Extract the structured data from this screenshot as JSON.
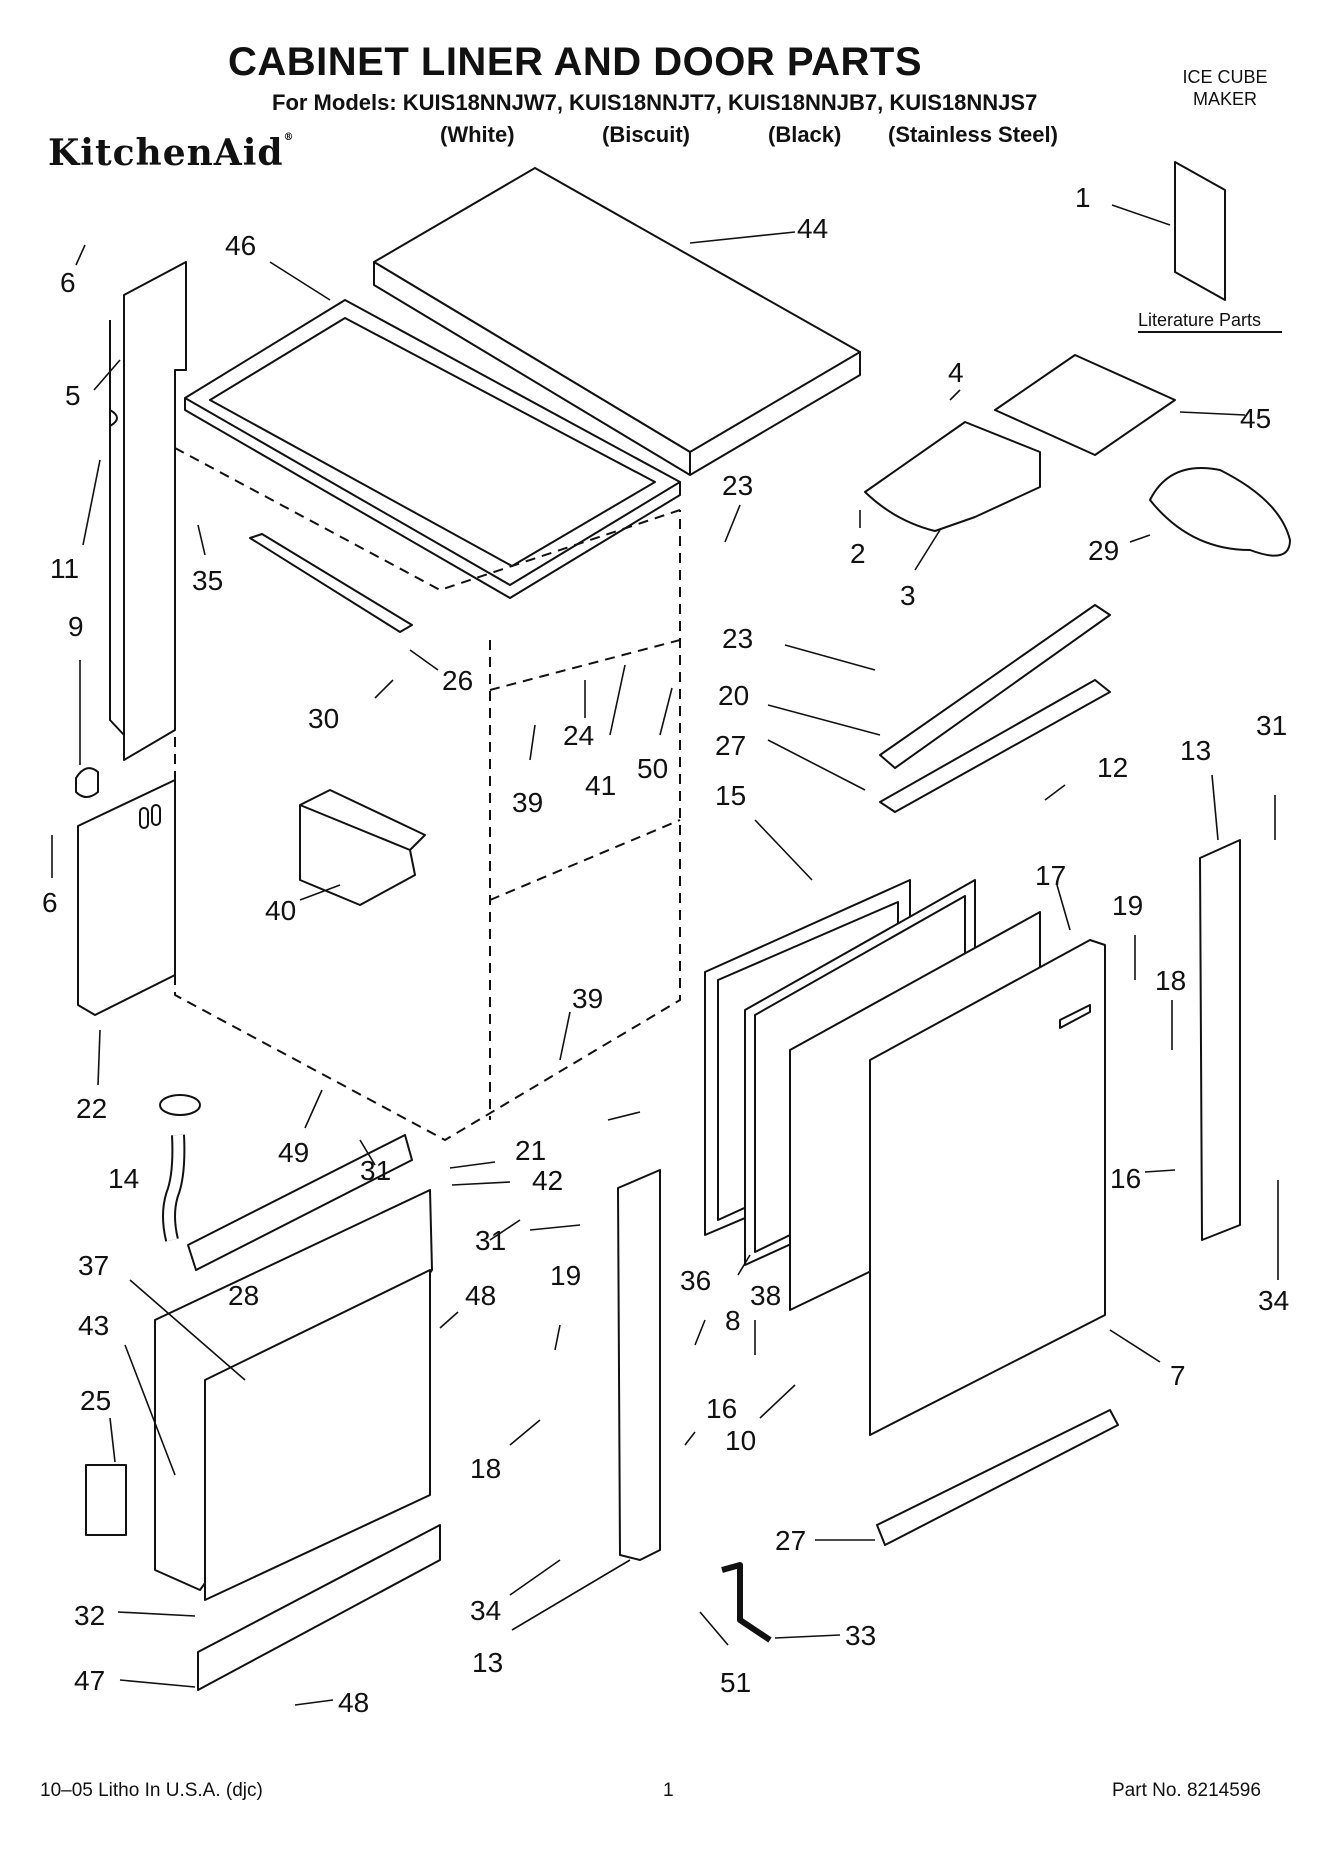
{
  "header": {
    "title": "CABINET LINER AND DOOR PARTS",
    "models_line": "For Models: KUIS18NNJW7, KUIS18NNJT7, KUIS18NNJB7, KUIS18NNJS7",
    "finishes": [
      "(White)",
      "(Biscuit)",
      "(Black)",
      "(Stainless Steel)"
    ],
    "category": "ICE CUBE MAKER",
    "brand": "KitchenAid"
  },
  "literature_label": "Literature Parts",
  "callouts": [
    {
      "id": "c44",
      "label": "44"
    },
    {
      "id": "c46",
      "label": "46"
    },
    {
      "id": "c1",
      "label": "1"
    },
    {
      "id": "c6a",
      "label": "6"
    },
    {
      "id": "c5",
      "label": "5"
    },
    {
      "id": "c11",
      "label": "11"
    },
    {
      "id": "c9",
      "label": "9"
    },
    {
      "id": "c6b",
      "label": "6"
    },
    {
      "id": "c22",
      "label": "22"
    },
    {
      "id": "c35",
      "label": "35"
    },
    {
      "id": "c26",
      "label": "26"
    },
    {
      "id": "c30",
      "label": "30"
    },
    {
      "id": "c40",
      "label": "40"
    },
    {
      "id": "c49",
      "label": "49"
    },
    {
      "id": "c23a",
      "label": "23"
    },
    {
      "id": "c24",
      "label": "24"
    },
    {
      "id": "c39a",
      "label": "39"
    },
    {
      "id": "c41",
      "label": "41"
    },
    {
      "id": "c50",
      "label": "50"
    },
    {
      "id": "c39b",
      "label": "39"
    },
    {
      "id": "c21",
      "label": "21"
    },
    {
      "id": "c42",
      "label": "42"
    },
    {
      "id": "c31a",
      "label": "31"
    },
    {
      "id": "c14",
      "label": "14"
    },
    {
      "id": "c28",
      "label": "28"
    },
    {
      "id": "c4",
      "label": "4"
    },
    {
      "id": "c45",
      "label": "45"
    },
    {
      "id": "c2",
      "label": "2"
    },
    {
      "id": "c3",
      "label": "3"
    },
    {
      "id": "c29",
      "label": "29"
    },
    {
      "id": "c23b",
      "label": "23"
    },
    {
      "id": "c20",
      "label": "20"
    },
    {
      "id": "c27a",
      "label": "27"
    },
    {
      "id": "c12",
      "label": "12"
    },
    {
      "id": "c15",
      "label": "15"
    },
    {
      "id": "c17",
      "label": "17"
    },
    {
      "id": "c19a",
      "label": "19"
    },
    {
      "id": "c18a",
      "label": "18"
    },
    {
      "id": "c13a",
      "label": "13"
    },
    {
      "id": "c31b",
      "label": "31"
    },
    {
      "id": "c16a",
      "label": "16"
    },
    {
      "id": "c34a",
      "label": "34"
    },
    {
      "id": "c7",
      "label": "7"
    },
    {
      "id": "c31c",
      "label": "31"
    },
    {
      "id": "c8",
      "label": "8"
    },
    {
      "id": "c36",
      "label": "36"
    },
    {
      "id": "c38",
      "label": "38"
    },
    {
      "id": "c10",
      "label": "10"
    },
    {
      "id": "c16b",
      "label": "16"
    },
    {
      "id": "c19b",
      "label": "19"
    },
    {
      "id": "c18b",
      "label": "18"
    },
    {
      "id": "c37",
      "label": "37"
    },
    {
      "id": "c43",
      "label": "43"
    },
    {
      "id": "c25",
      "label": "25"
    },
    {
      "id": "c48a",
      "label": "48"
    },
    {
      "id": "c32",
      "label": "32"
    },
    {
      "id": "c47",
      "label": "47"
    },
    {
      "id": "c48b",
      "label": "48"
    },
    {
      "id": "c27b",
      "label": "27"
    },
    {
      "id": "c34b",
      "label": "34"
    },
    {
      "id": "c13b",
      "label": "13"
    },
    {
      "id": "c33",
      "label": "33"
    },
    {
      "id": "c51",
      "label": "51"
    }
  ],
  "footer": {
    "left": "10–05 Litho In U.S.A. (djc)",
    "page": "1",
    "part_no": "Part No. 8214596"
  }
}
